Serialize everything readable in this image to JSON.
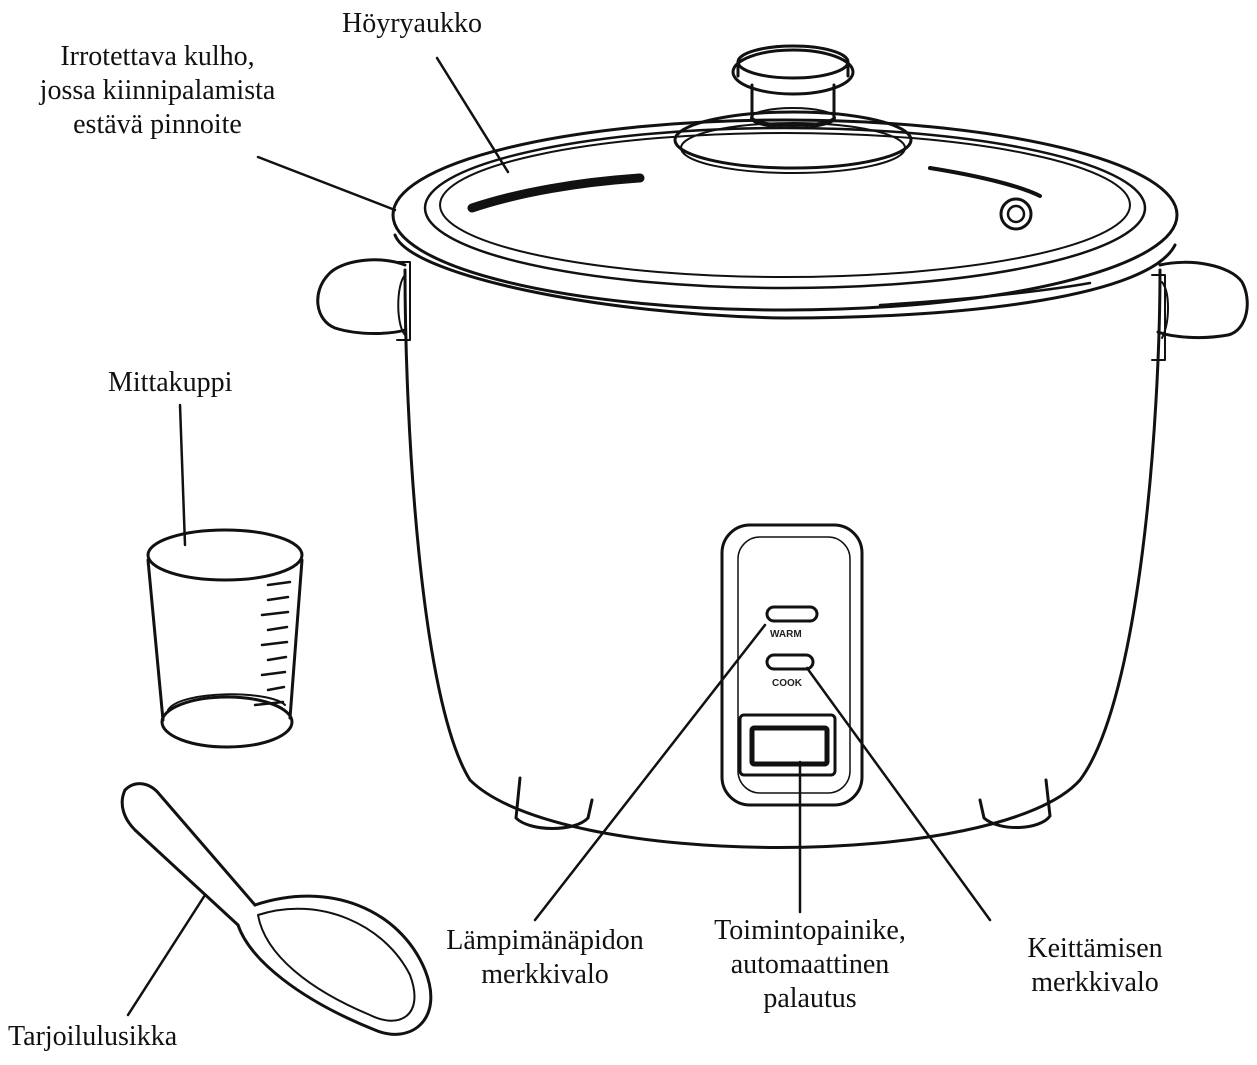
{
  "labels": {
    "steam_vent": "Höyryaukko",
    "bowl": "Irrotettava kulho,\njossa kiinnipalamista\nestävä pinnoite",
    "measuring_cup": "Mittakuppi",
    "serving_spoon": "Tarjoilulusikka",
    "warm_light": "Lämpimänäpidon\nmerkkivalo",
    "function_button": "Toimintopainike,\nautomaattinen\npalautus",
    "cook_light": "Keittämisen\nmerkkivalo"
  },
  "panel": {
    "warm": "WARM",
    "cook": "COOK"
  },
  "colors": {
    "line": "#111111",
    "background": "#ffffff"
  }
}
